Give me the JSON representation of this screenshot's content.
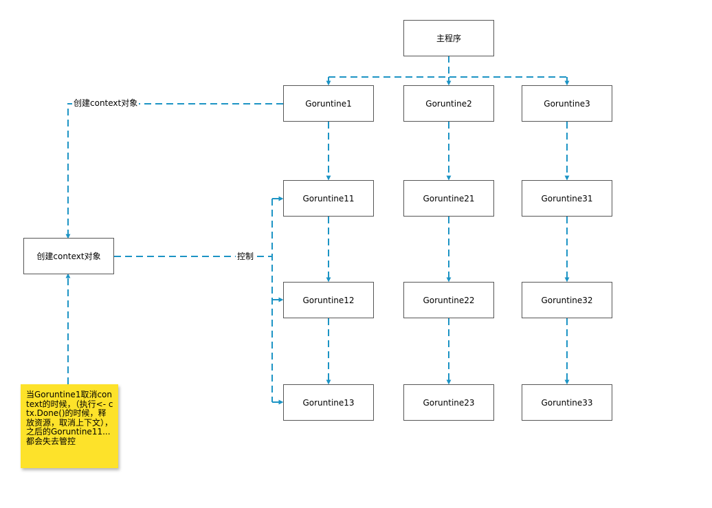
{
  "nodes": {
    "main": "主程序",
    "context": "创建context对象",
    "g1": "Goruntine1",
    "g2": "Goruntine2",
    "g3": "Goruntine3",
    "g11": "Goruntine11",
    "g12": "Goruntine12",
    "g13": "Goruntine13",
    "g21": "Goruntine21",
    "g22": "Goruntine22",
    "g23": "Goruntine23",
    "g31": "Goruntine31",
    "g32": "Goruntine32",
    "g33": "Goruntine33"
  },
  "edge_labels": {
    "create": "创建context对象",
    "control": "控制"
  },
  "note": "当Goruntine1取消context的时候，（执行<- ctx.Done()的时候，释放资源，取消上下文），之后的Goruntine11...都会失去管控",
  "colors": {
    "edge": "#1b93c4",
    "node_border": "#555555",
    "note_bg": "#fde22a"
  }
}
